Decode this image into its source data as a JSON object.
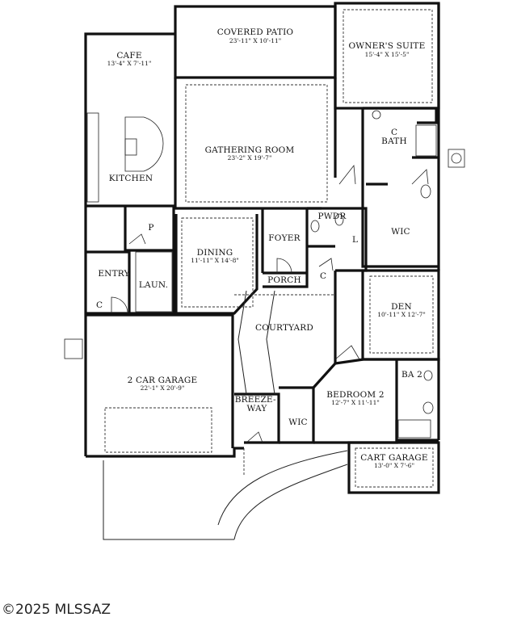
{
  "rooms": [
    {
      "id": "covered-patio",
      "name": "COVERED PATIO",
      "dims": "23'-11\" X 10'-11\""
    },
    {
      "id": "owners-suite",
      "name": "OWNER'S SUITE",
      "dims": "15'-4\" X 15'-5\""
    },
    {
      "id": "cafe",
      "name": "CAFE",
      "dims": "13'-4\" X 7'-11\""
    },
    {
      "id": "gathering-room",
      "name": "GATHERING ROOM",
      "dims": "23'-2\" X 19'-7\""
    },
    {
      "id": "bath",
      "name": "BATH",
      "dims": ""
    },
    {
      "id": "kitchen",
      "name": "KITCHEN",
      "dims": ""
    },
    {
      "id": "pwdr",
      "name": "PWDR",
      "dims": ""
    },
    {
      "id": "wic-owner",
      "name": "WIC",
      "dims": ""
    },
    {
      "id": "pantry",
      "name": "P",
      "dims": ""
    },
    {
      "id": "dining",
      "name": "DINING",
      "dims": "11'-11\" X 14'-8\""
    },
    {
      "id": "foyer",
      "name": "FOYER",
      "dims": ""
    },
    {
      "id": "entry",
      "name": "ENTRY",
      "dims": ""
    },
    {
      "id": "laun",
      "name": "LAUN.",
      "dims": ""
    },
    {
      "id": "porch",
      "name": "PORCH",
      "dims": ""
    },
    {
      "id": "den",
      "name": "DEN",
      "dims": "10'-11\" X 12'-7\""
    },
    {
      "id": "courtyard",
      "name": "COURTYARD",
      "dims": ""
    },
    {
      "id": "two-car-garage",
      "name": "2 CAR GARAGE",
      "dims": "22'-1\" X 20'-9\""
    },
    {
      "id": "ba2",
      "name": "BA 2",
      "dims": ""
    },
    {
      "id": "bedroom-2",
      "name": "BEDROOM 2",
      "dims": "12'-7\" X 11'-11\""
    },
    {
      "id": "breezeway",
      "name": "BREEZE-\nWAY",
      "dims": ""
    },
    {
      "id": "wic-bed2",
      "name": "WIC",
      "dims": ""
    },
    {
      "id": "cart-garage",
      "name": "CART GARAGE",
      "dims": "13'-0\" X 7'-6\""
    }
  ],
  "small_labels": {
    "c_coat1": "C",
    "c_coat2": "C",
    "c_coat3": "C",
    "l_linen": "L"
  },
  "copyright": "©2025 MLSSAZ"
}
